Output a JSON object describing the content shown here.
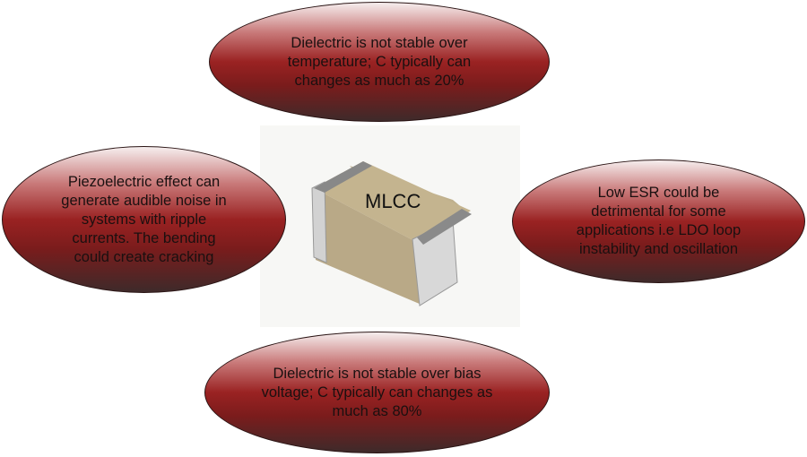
{
  "center": {
    "label": "MLCC"
  },
  "bubbles": {
    "top": "Dielectric is not stable over\ntemperature; C typically can\nchanges as much as 20%",
    "left": "Piezoelectric effect can\ngenerate audible noise in\nsystems with ripple\ncurrents. The bending\ncould create cracking",
    "right": "Low ESR could be\ndetrimental for some\napplications i.e LDO loop\ninstability and oscillation",
    "bottom": "Dielectric is not stable over bias\nvoltage; C typically can changes as\nmuch as 80%"
  },
  "colors": {
    "bubble_mid": "#9a2222",
    "ceramic": "#b9a987",
    "terminal": "#c8c8c8"
  }
}
